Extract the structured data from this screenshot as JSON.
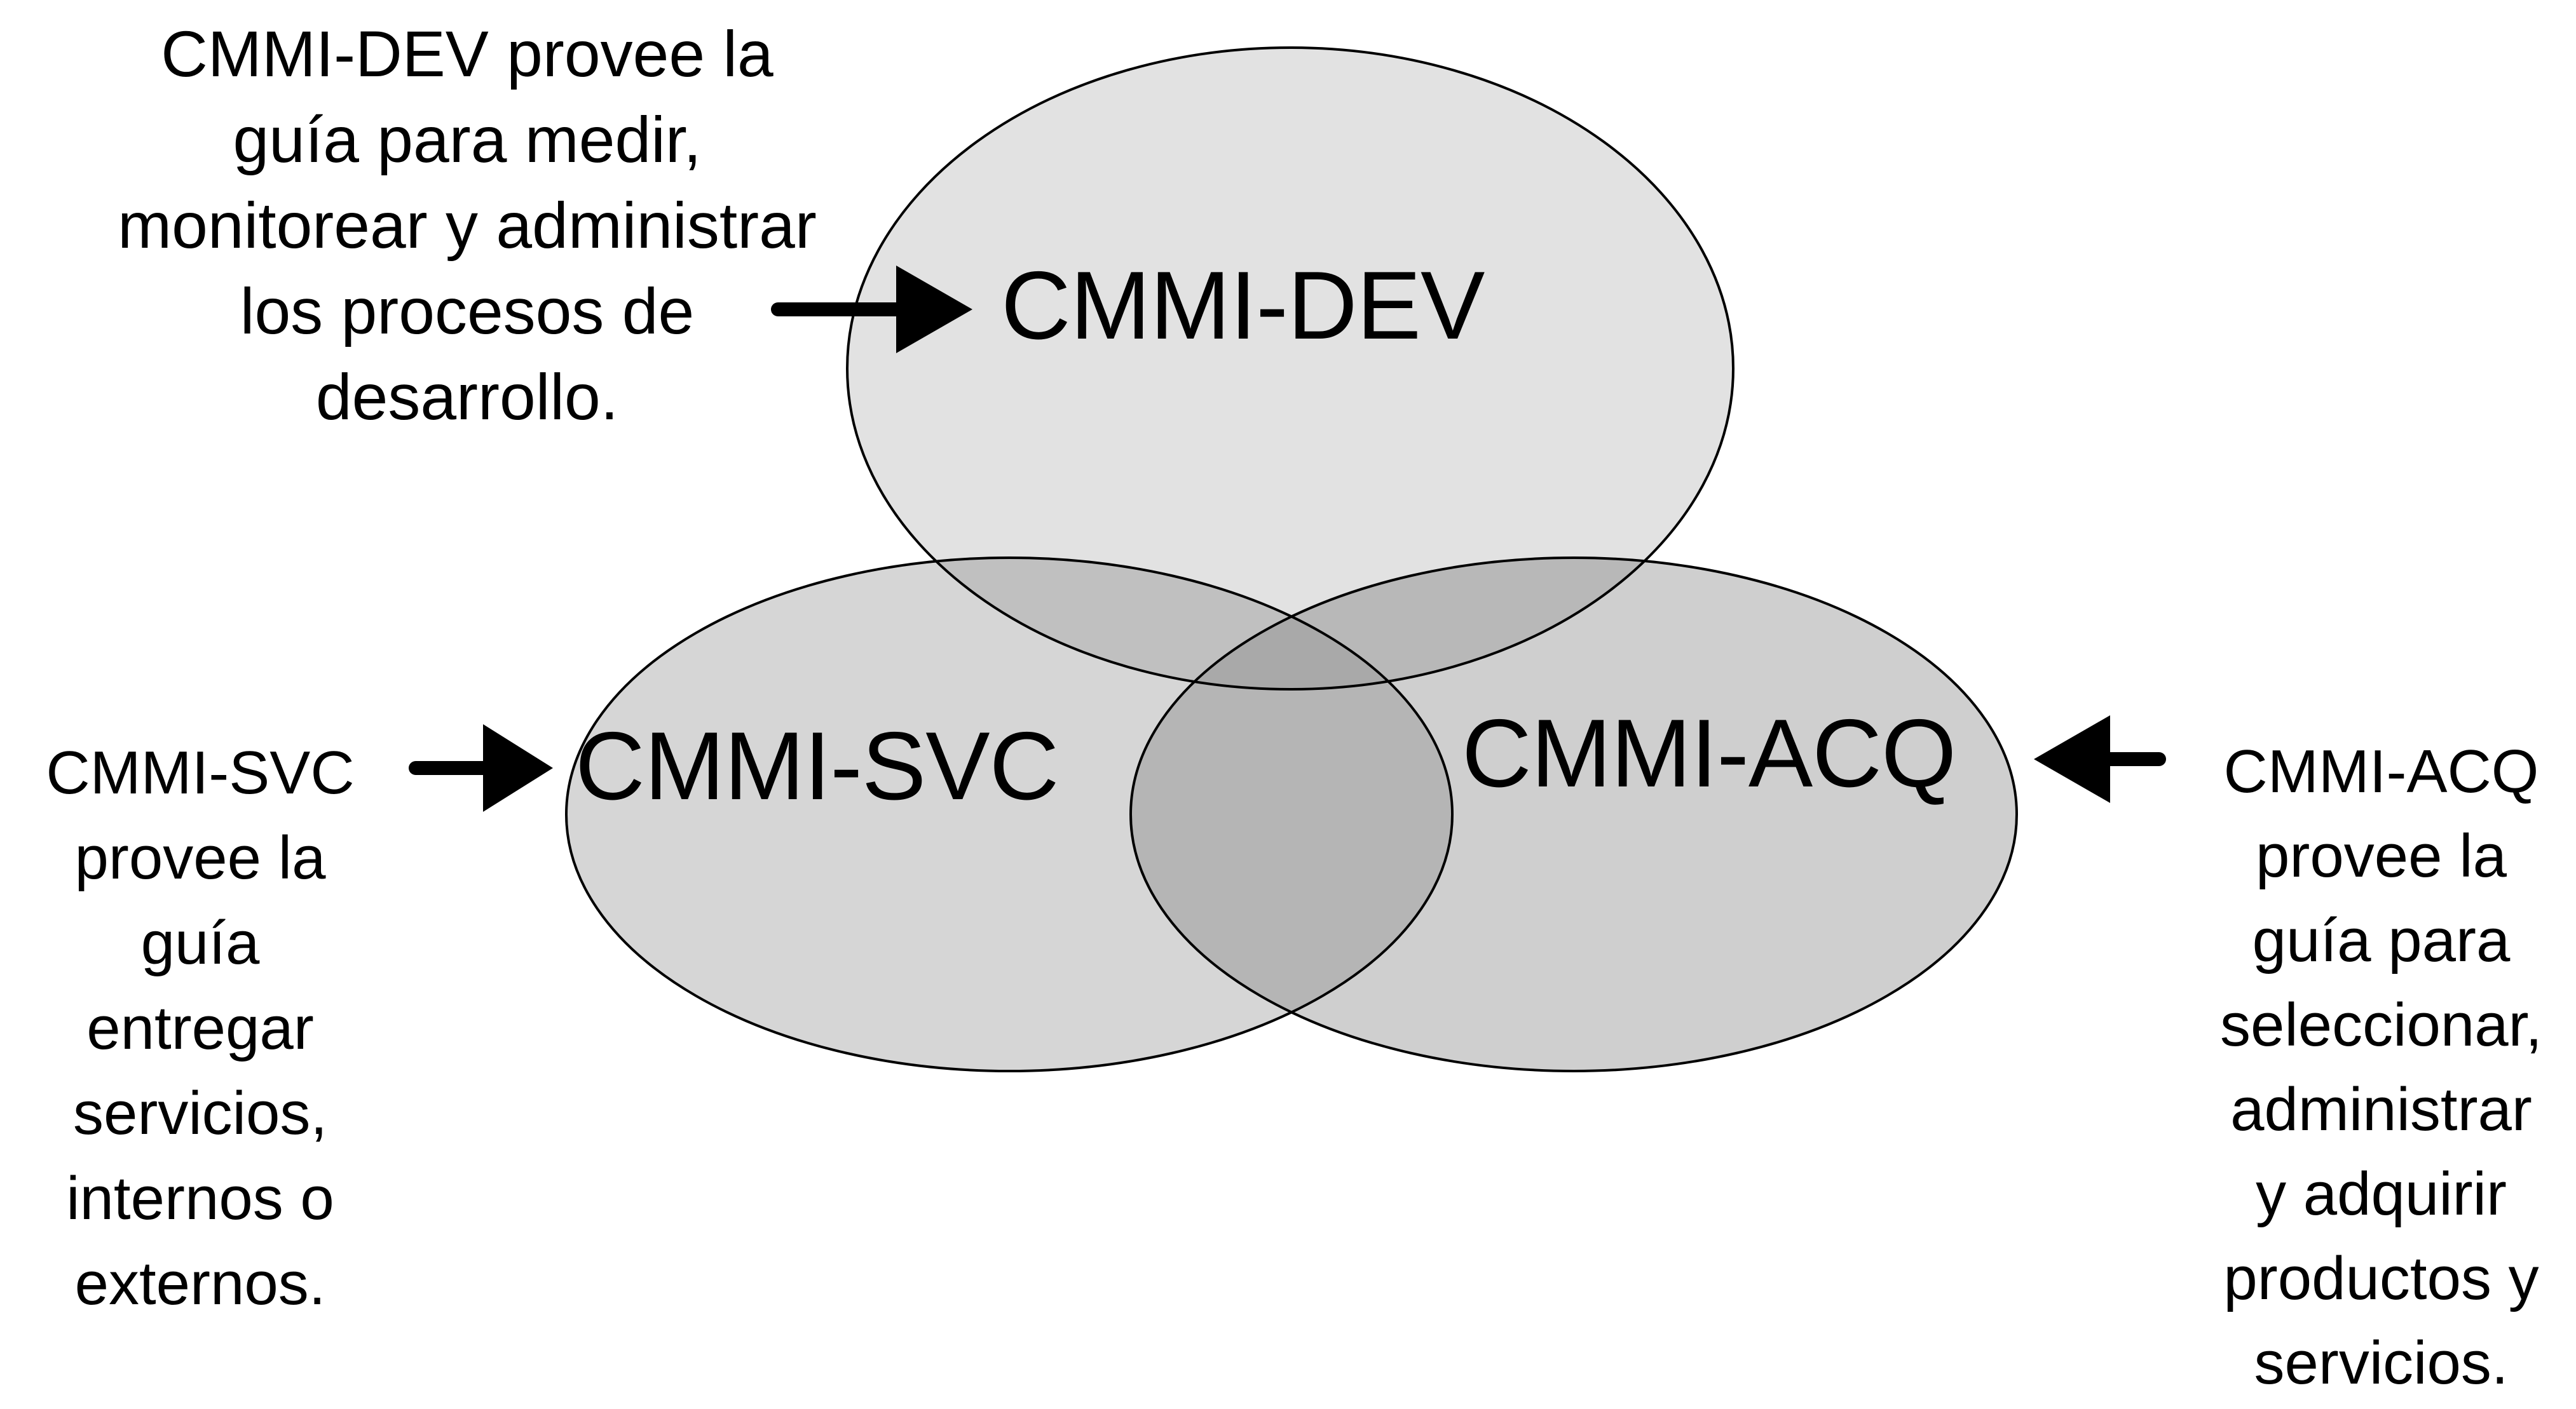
{
  "circles": {
    "dev": {
      "label": "CMMI-DEV",
      "fill": "#e2e2e2"
    },
    "svc": {
      "label": "CMMI-SVC",
      "fill": "#d6d6d6"
    },
    "acq": {
      "label": "CMMI-ACQ",
      "fill": "#cfcfcf"
    }
  },
  "overlap_colors": {
    "dev_svc": "#c0c0c0",
    "dev_acq": "#b8b8b8",
    "svc_acq": "#b5b5b5",
    "all": "#a9a9a9"
  },
  "annotations": {
    "dev": {
      "lines": [
        "CMMI-DEV provee la",
        "guía para medir,",
        "monitorear y administrar",
        "los procesos de",
        "desarrollo."
      ]
    },
    "svc": {
      "lines": [
        "CMMI-SVC",
        "provee la",
        "guía",
        "entregar",
        "servicios,",
        "internos o",
        "externos."
      ]
    },
    "acq": {
      "lines": [
        "CMMI-ACQ",
        "provee la",
        "guía para",
        "seleccionar,",
        "administrar",
        "y adquirir",
        "productos y",
        "servicios."
      ]
    }
  },
  "arrow_color": "#000000",
  "outline_color": "#000000"
}
